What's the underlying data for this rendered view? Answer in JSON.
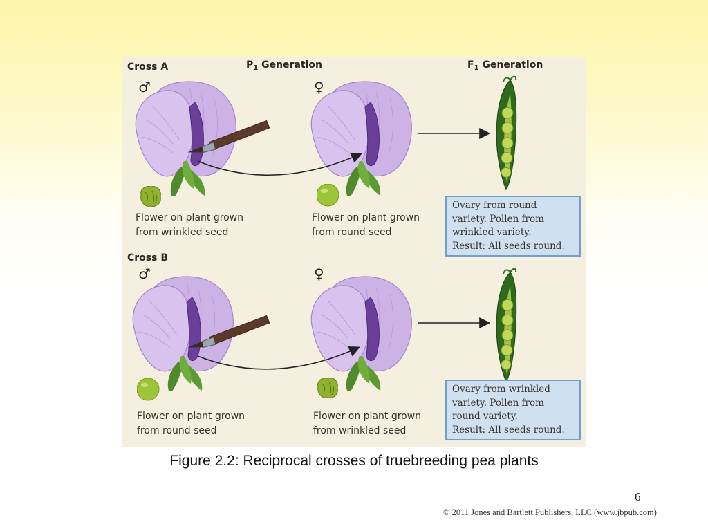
{
  "figure": {
    "headers": {
      "cross_a": "Cross A",
      "p1_generation": "P1 Generation",
      "p1_letter": "P",
      "p1_sub": "1",
      "p1_rest": " Generation",
      "f1_generation": "F1 Generation",
      "f1_letter": "F",
      "f1_sub": "1",
      "f1_rest": " Generation",
      "cross_b": "Cross B"
    },
    "symbols": {
      "male": "♂",
      "female": "♀"
    },
    "cross_a": {
      "male_caption": [
        "Flower on plant grown",
        "from wrinkled seed"
      ],
      "female_caption": [
        "Flower on plant grown",
        "from round seed"
      ],
      "result_box": [
        "Ovary from round",
        "variety. Pollen from",
        "wrinkled variety.",
        "Result:  All seeds round."
      ]
    },
    "cross_b": {
      "male_caption": [
        "Flower on plant grown",
        "from round seed"
      ],
      "female_caption": [
        "Flower on plant grown",
        "from wrinkled seed"
      ],
      "result_box": [
        "Ovary from wrinkled",
        "variety. Pollen from",
        "round variety.",
        "Result:  All seeds round."
      ]
    },
    "icons": [
      "flower-icon",
      "paintbrush-icon",
      "pea-pod-icon",
      "wrinkled-seed-icon",
      "round-seed-icon",
      "arrow-icon"
    ],
    "colors": {
      "flower": "#c7a9e0",
      "keel": "#6a3f9a",
      "leaf": "#4f8a2c",
      "seed": "#96c236",
      "result_box": "#cfe1f1",
      "result_border": "#6fa0cd"
    }
  },
  "caption": "Figure 2.2: Reciprocal crosses of truebreeding pea plants",
  "page_number": "6",
  "copyright": "© 2011 Jones and Bartlett Publishers, LLC (www.jbpub.com)"
}
